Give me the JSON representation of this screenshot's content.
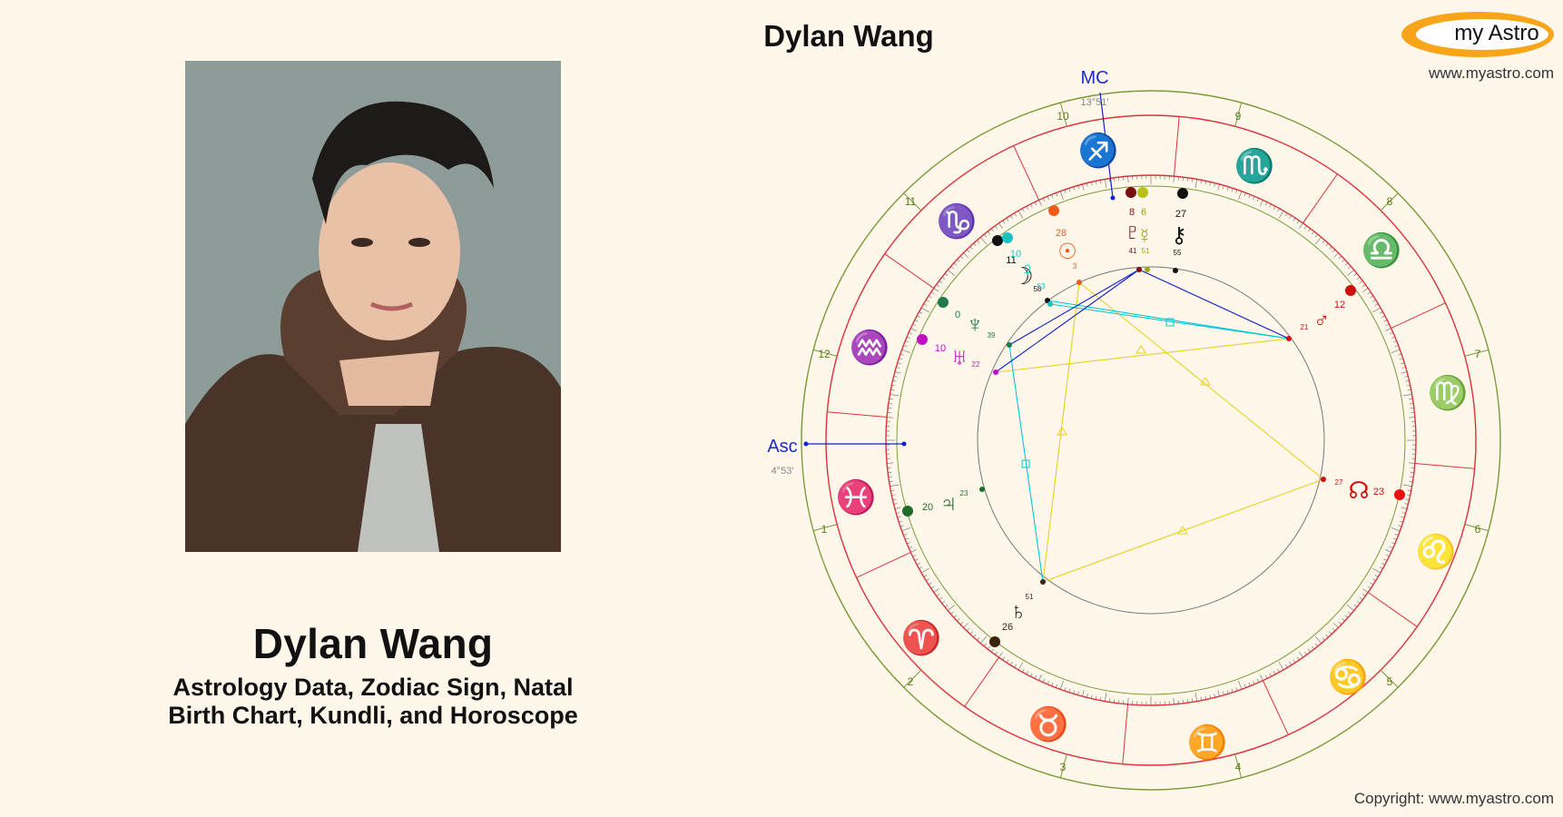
{
  "person": {
    "name": "Dylan Wang",
    "subtitle_line1": "Astrology Data, Zodiac Sign, Natal",
    "subtitle_line2": "Birth Chart, Kundli, and Horoscope"
  },
  "chart": {
    "title": "Dylan Wang",
    "ascendant_label": "Asc",
    "ascendant_degree": "4°53'",
    "midheaven_label": "MC",
    "midheaven_degree": "13°51'"
  },
  "brand": {
    "logo_my": "my",
    "logo_astro": "Astro",
    "url": "www.myastro.com",
    "copyright": "Copyright: www.myastro.com"
  },
  "zodiac_signs": [
    {
      "name": "pisces",
      "glyph": "♓",
      "color": "#1e9ad6"
    },
    {
      "name": "aries",
      "glyph": "♈",
      "color": "#e32222"
    },
    {
      "name": "taurus",
      "glyph": "♉",
      "color": "#a0522d"
    },
    {
      "name": "gemini",
      "glyph": "♊",
      "color": "#e86a1c"
    },
    {
      "name": "cancer",
      "glyph": "♋",
      "color": "#1e9ad6"
    },
    {
      "name": "leo",
      "glyph": "♌",
      "color": "#e32222"
    },
    {
      "name": "virgo",
      "glyph": "♍",
      "color": "#a0522d"
    },
    {
      "name": "libra",
      "glyph": "♎",
      "color": "#2e8b57"
    },
    {
      "name": "scorpio",
      "glyph": "♏",
      "color": "#1e9ad6"
    },
    {
      "name": "sagittarius",
      "glyph": "♐",
      "color": "#e32222"
    },
    {
      "name": "capricorn",
      "glyph": "♑",
      "color": "#e32222"
    },
    {
      "name": "aquarius",
      "glyph": "♒",
      "color": "#e86a1c"
    }
  ],
  "house_numbers": [
    "1",
    "2",
    "3",
    "4",
    "5",
    "6",
    "7",
    "8",
    "9",
    "10",
    "11",
    "12"
  ],
  "planets": [
    {
      "name": "pluto",
      "glyph": "♇",
      "degree": "8",
      "minute": "41",
      "color": "#7b1010"
    },
    {
      "name": "mercury",
      "glyph": "☿",
      "degree": "6",
      "minute": "51",
      "color": "#9aaa10"
    },
    {
      "name": "chiron",
      "glyph": "⚷",
      "degree": "27",
      "minute": "55",
      "color": "#111111"
    },
    {
      "name": "sun",
      "glyph": "☉",
      "degree": "28",
      "minute": "3",
      "color": "#f05a1a"
    },
    {
      "name": "moon",
      "glyph": "☽",
      "degree": "11",
      "minute": "58",
      "color": "#111111"
    },
    {
      "name": "venus",
      "glyph": "♀",
      "degree": "10",
      "minute": "53",
      "color": "#19c3c3"
    },
    {
      "name": "neptune",
      "glyph": "♆",
      "degree": "0",
      "minute": "39",
      "color": "#1e7a4a"
    },
    {
      "name": "uranus",
      "glyph": "♅",
      "degree": "10",
      "minute": "22",
      "color": "#c010c0"
    },
    {
      "name": "mars",
      "glyph": "♂",
      "degree": "12",
      "minute": "21",
      "color": "#d01010"
    },
    {
      "name": "north-node",
      "glyph": "☊",
      "degree": "23",
      "minute": "27",
      "color": "#d01010"
    },
    {
      "name": "jupiter",
      "glyph": "♃",
      "degree": "20",
      "minute": "23",
      "color": "#1e6e2a"
    },
    {
      "name": "saturn",
      "glyph": "♄",
      "degree": "26",
      "minute": "51",
      "color": "#3a2410"
    }
  ],
  "colors": {
    "background": "#fff8ea",
    "outer_ring": "#7a9a3a",
    "sign_ring": "#e0303a",
    "aspect_trine": "#e8d020",
    "aspect_square": "#00c8d8",
    "aspect_opposition": "#1020d0",
    "brand": "#f9a51a"
  }
}
